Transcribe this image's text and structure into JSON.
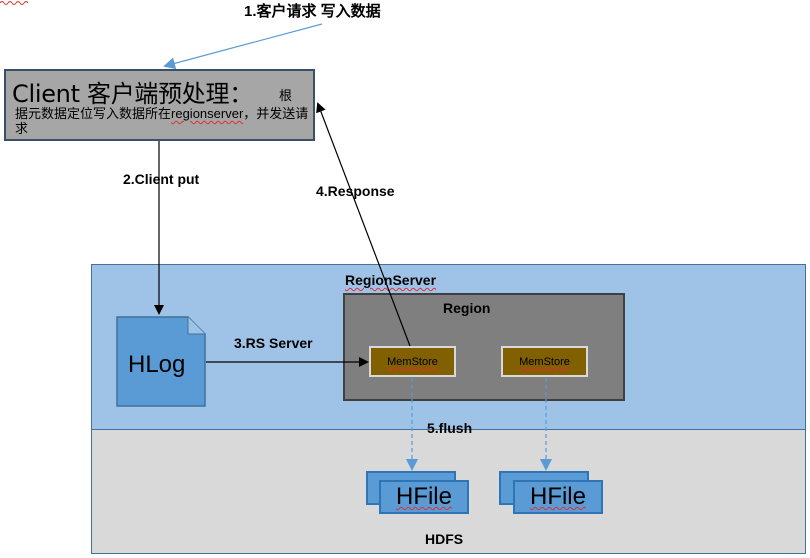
{
  "steps": {
    "request": "1.客户请求 写入数据",
    "client_put": "2.Client put",
    "rs_server": "3.RS Server",
    "response": "4.Response",
    "flush": "5.flush"
  },
  "client": {
    "title": "Client 客户端预处理：",
    "title_tail": "根",
    "desc_prefix": "据元数据定位写入数据所在",
    "desc_term": "regionserver",
    "desc_suffix": "，并发送请求"
  },
  "regionserver": {
    "label": "RegionServer"
  },
  "region": {
    "label": "Region"
  },
  "memstores": [
    "MemStore",
    "MemStore"
  ],
  "hlog": {
    "label": "HLog"
  },
  "hfiles": [
    "HFile",
    "HFile"
  ],
  "hdfs": {
    "label": "HDFS"
  },
  "colors": {
    "client_fill": "#a6a6a6",
    "regionserver_fill": "#9fc3e7",
    "hdfs_fill": "#d9d9d9",
    "region_fill": "#7f7f7f",
    "memstore_fill": "#806000",
    "hlog_fill": "#5b9bd5",
    "hfile_fill": "#5b9bd5",
    "request_arrow": "#5b9bd5",
    "flush_arrow": "#5b9bd5"
  }
}
